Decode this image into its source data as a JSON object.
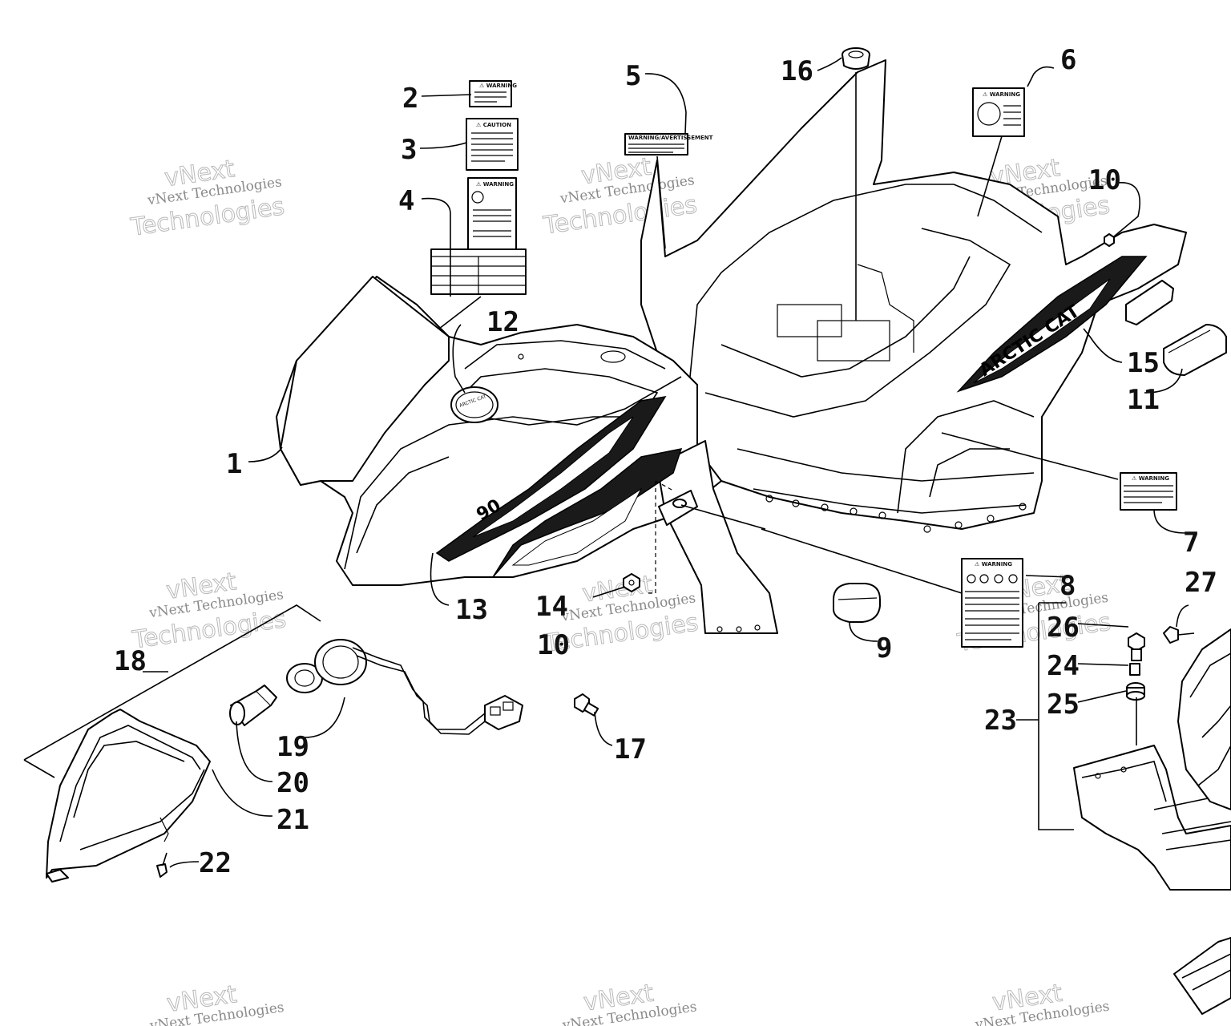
{
  "callouts": [
    "1",
    "2",
    "3",
    "4",
    "5",
    "6",
    "7",
    "8",
    "9",
    "10",
    "10",
    "11",
    "12",
    "13",
    "14",
    "15",
    "16",
    "17",
    "18",
    "19",
    "20",
    "21",
    "22",
    "23",
    "24",
    "25",
    "26",
    "27"
  ],
  "watermark": {
    "line1": "vNext",
    "line2": "vNext Technologies",
    "line3": "Technologies"
  },
  "decal_texts": {
    "warning": "⚠ WARNING",
    "caution": "⚠ CAUTION",
    "warning_e": "WARNING/AVERTISSEMENT",
    "brand": "ARCTIC CAT",
    "brand_small": "ARCTIC CAT",
    "model": "90"
  }
}
